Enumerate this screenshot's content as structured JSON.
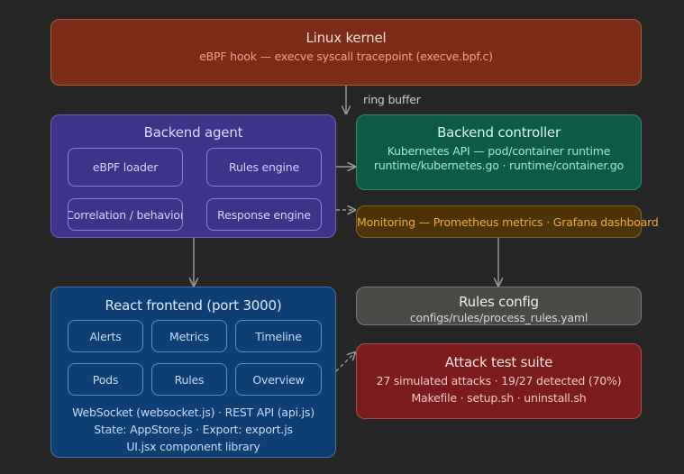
{
  "kernel": {
    "title": "Linux kernel",
    "subtitle": "eBPF hook — execve syscall tracepoint (execve.bpf.c)"
  },
  "ring_buffer_label": "ring buffer",
  "agent": {
    "title": "Backend agent",
    "modules": [
      "eBPF loader",
      "Rules engine",
      "Correlation / behavior",
      "Response engine"
    ]
  },
  "controller": {
    "title": "Backend controller",
    "line1": "Kubernetes API — pod/container runtime",
    "line2": "runtime/kubernetes.go · runtime/container.go"
  },
  "monitoring": {
    "text": "Monitoring — Prometheus metrics · Grafana dashboard"
  },
  "frontend": {
    "title": "React frontend (port 3000)",
    "views": [
      "Alerts",
      "Metrics",
      "Timeline",
      "Pods",
      "Rules",
      "Overview"
    ],
    "line1": "WebSocket (websocket.js) · REST API (api.js)",
    "line2": "State: AppStore.js · Export: export.js",
    "line3": "UI.jsx component library"
  },
  "rules_config": {
    "title": "Rules config",
    "path": "configs/rules/process_rules.yaml"
  },
  "attack": {
    "title": "Attack test suite",
    "line1": "27 simulated attacks · 19/27 detected (70%)",
    "line2": "Makefile · setup.sh · uninstall.sh"
  }
}
